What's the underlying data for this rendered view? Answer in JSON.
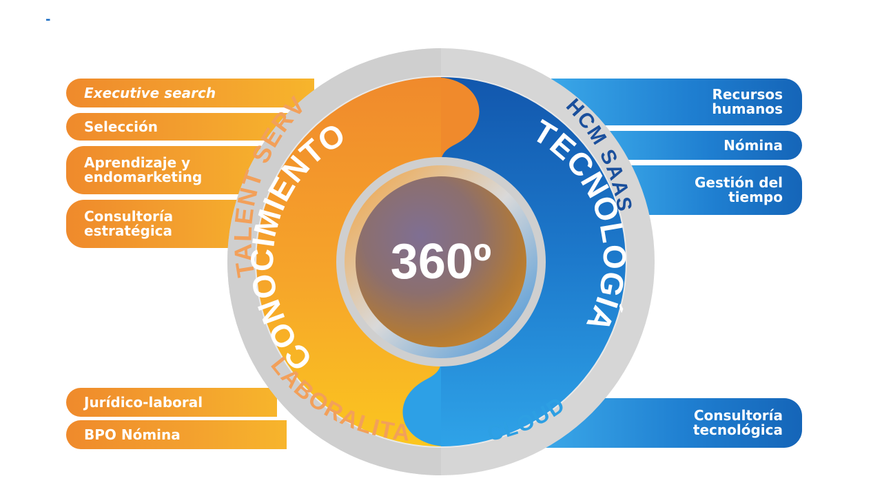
{
  "page": {
    "corner_mark": "-"
  },
  "left_services": [
    {
      "label": "Executive search",
      "italic": true
    },
    {
      "label": "Selección",
      "italic": false
    },
    {
      "label": "Aprendizaje y\nendomarketing",
      "italic": false
    },
    {
      "label": "Consultoría\nestratégica",
      "italic": false
    },
    {
      "label": "Jurídico-laboral",
      "italic": false
    },
    {
      "label": "BPO Nómina",
      "italic": false
    }
  ],
  "right_services": [
    {
      "label": "Recursos\nhumanos"
    },
    {
      "label": "Nómina"
    },
    {
      "label": "Gestión del\ntiempo"
    },
    {
      "label": "Consultoría\ntecnológica"
    }
  ],
  "ring_labels": {
    "talent_services": "TALENT SERVICES",
    "laboralitas": "LABORALITAS",
    "hcm_saas": "HCM SAAS",
    "cloud": "CLOUD"
  },
  "band_labels": {
    "conocimiento": "CONOCIMIENTO",
    "tecnologia": "TECNOLOGÍA"
  },
  "center": {
    "label": "360º"
  },
  "colors": {
    "orange": "#f08a2c",
    "yellow": "#f9c022",
    "blue_light": "#2da0e6",
    "blue_dark": "#1257ad",
    "ring_gray": "#d9d9d9"
  }
}
